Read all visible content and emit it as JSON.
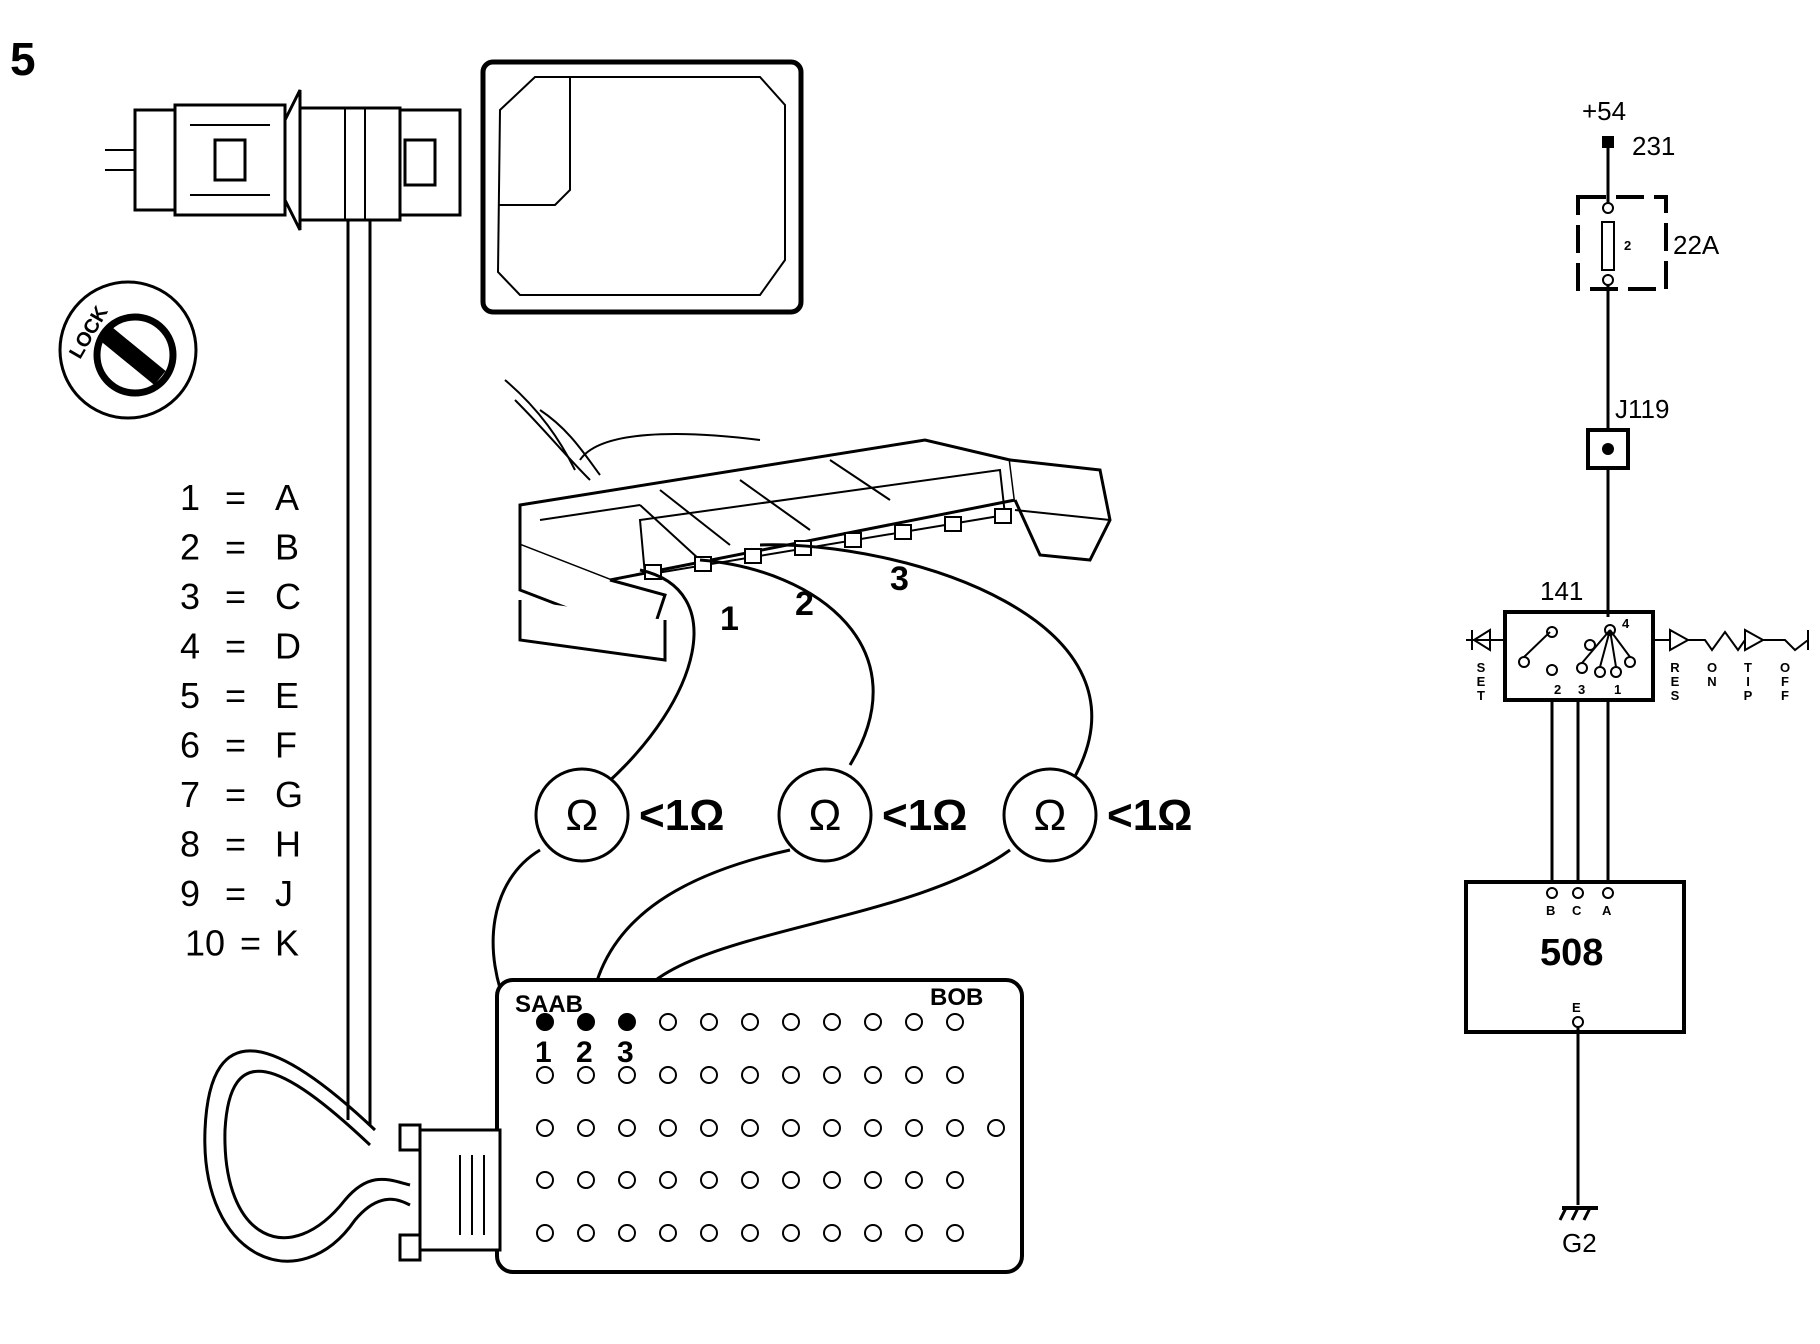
{
  "step_number": "5",
  "lock_label": "LOCK",
  "pin_mapping": [
    {
      "pin": "1",
      "sep": "=",
      "letter": "A"
    },
    {
      "pin": "2",
      "sep": "=",
      "letter": "B"
    },
    {
      "pin": "3",
      "sep": "=",
      "letter": "C"
    },
    {
      "pin": "4",
      "sep": "=",
      "letter": "D"
    },
    {
      "pin": "5",
      "sep": "=",
      "letter": "E"
    },
    {
      "pin": "6",
      "sep": "=",
      "letter": "F"
    },
    {
      "pin": "7",
      "sep": "=",
      "letter": "G"
    },
    {
      "pin": "8",
      "sep": "=",
      "letter": "H"
    },
    {
      "pin": "9",
      "sep": "=",
      "letter": "J"
    },
    {
      "pin": "10",
      "sep": "=",
      "letter": "K"
    }
  ],
  "connector_pin_labels": [
    "1",
    "2",
    "3"
  ],
  "ohm_symbol": "Ω",
  "meter_readings": [
    "<1Ω",
    "<1Ω",
    "<1Ω"
  ],
  "breakout_box": {
    "brand": "SAAB",
    "name": "BOB",
    "test_pins": [
      "1",
      "2",
      "3"
    ],
    "rows": [
      11,
      11,
      12,
      11,
      11
    ]
  },
  "schematic": {
    "supply": "+54",
    "supply_wire": "231",
    "fuse_number": "2",
    "fuse_block": "22A",
    "junction": "J119",
    "switch_component": "141",
    "switch_positions": [
      "SET",
      "RES",
      "ON",
      "TIP",
      "OFF"
    ],
    "switch_terminals": [
      "2",
      "3",
      "1",
      "4"
    ],
    "module_component": "508",
    "module_pins": [
      "B",
      "C",
      "A"
    ],
    "module_ground_pin": "E",
    "ground": "G2"
  },
  "colors": {
    "ink": "#000000",
    "paper": "#ffffff"
  }
}
